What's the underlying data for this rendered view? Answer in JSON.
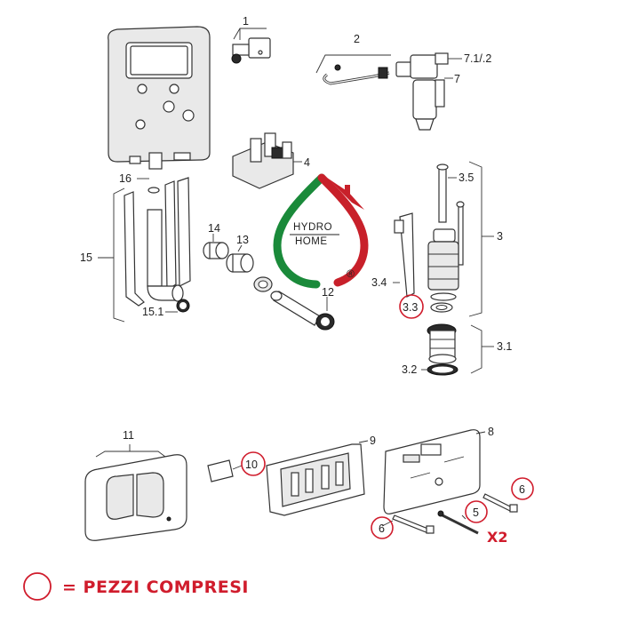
{
  "brand": {
    "line1": "HYDRO",
    "line2": "HOME",
    "registered": "®",
    "colors": {
      "green": "#1a8a3a",
      "red": "#c8202a"
    }
  },
  "parts": {
    "p1": "1",
    "p2": "2",
    "p3": "3",
    "p3_1": "3.1",
    "p3_2": "3.2",
    "p3_3": "3.3",
    "p3_4": "3.4",
    "p3_5": "3.5",
    "p4": "4",
    "p5": "5",
    "p6a": "6",
    "p6b": "6",
    "p7": "7",
    "p7_1": "7.1/.2",
    "p8": "8",
    "p9": "9",
    "p10": "10",
    "p11": "11",
    "p12": "12",
    "p13": "13",
    "p14": "14",
    "p15": "15",
    "p15_1": "15.1",
    "p16": "16"
  },
  "quantity_note": "X2",
  "legend": {
    "text": "= PEZZI COMPRESI",
    "color": "#d01c2c"
  }
}
